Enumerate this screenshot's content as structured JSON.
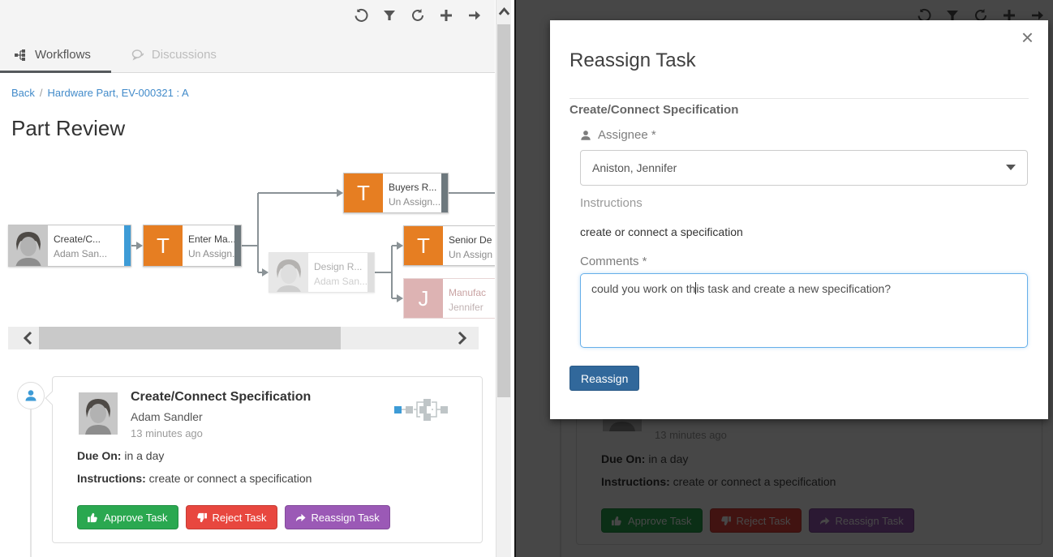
{
  "colors": {
    "accent_blue": "#428bca",
    "node_orange": "#e67e22",
    "active_bar_blue": "#3d9bd6",
    "approve_green": "#2aa850",
    "reject_red": "#e8473f",
    "reassign_purple": "#9b59b6",
    "submit_blue": "#31689b",
    "faded_pink": "#ddb3b3"
  },
  "toolbar": {
    "icons": [
      "history-icon",
      "filter-icon",
      "refresh-icon",
      "plus-icon",
      "forward-icon"
    ]
  },
  "tabs": [
    {
      "label": "Workflows"
    },
    {
      "label": "Discussions"
    }
  ],
  "breadcrumb": {
    "back": "Back",
    "sep": "/",
    "current": "Hardware Part, EV-000321 : A"
  },
  "page": {
    "title": "Part Review"
  },
  "workflow": {
    "nodes": [
      {
        "title": "Create/C...",
        "subtitle": "Adam San...",
        "icon": "avatar-photo",
        "state": "active"
      },
      {
        "title": "Enter Ma...",
        "subtitle": "Un Assign...",
        "letter": "T",
        "state": "pending"
      },
      {
        "title": "Buyers R...",
        "subtitle": "Un Assign...",
        "letter": "T",
        "state": "pending"
      },
      {
        "title": "Design R...",
        "subtitle": "Adam San...",
        "icon": "avatar-photo",
        "state": "faded"
      },
      {
        "title": "Senior De",
        "subtitle": "Un Assign",
        "letter": "T",
        "state": "pending"
      },
      {
        "title": "Manufac",
        "subtitle": "Jennifer",
        "letter": "J",
        "state": "faded-pink"
      }
    ]
  },
  "task_card": {
    "title": "Create/Connect Specification",
    "assignee": "Adam Sandler",
    "time": "13 minutes ago",
    "due_label": "Due On:",
    "due_value": "in a day",
    "instructions_label": "Instructions:",
    "instructions_value": "create or connect a specification",
    "buttons": {
      "approve": "Approve Task",
      "reject": "Reject Task",
      "reassign": "Reassign Task"
    }
  },
  "modal": {
    "title": "Reassign Task",
    "close": "×",
    "task_title": "Create/Connect Specification",
    "assignee_label": "Assignee *",
    "assignee_value": "Aniston, Jennifer",
    "instructions_label": "Instructions",
    "instructions_value": "create or connect a specification",
    "comments_label": "Comments *",
    "comments_before": "could you work on th",
    "comments_after": "is task and create a new specification?",
    "submit": "Reassign"
  }
}
